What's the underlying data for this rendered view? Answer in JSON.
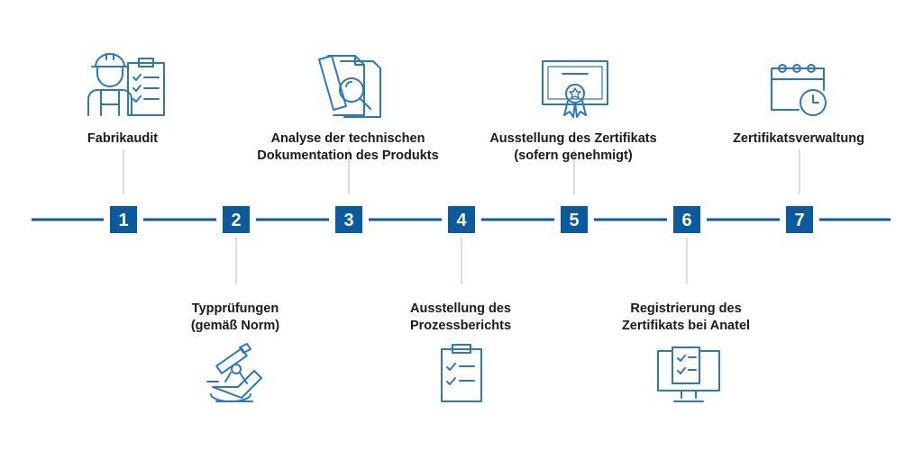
{
  "colors": {
    "primary": "#0a5aa0",
    "icon": "#2a78c2",
    "connector": "#c9c9c9",
    "text": "#1a1a1a"
  },
  "steps": [
    {
      "number": "1",
      "label_lines": [
        "Fabrikaudit"
      ],
      "icon": "worker-clipboard-icon"
    },
    {
      "number": "2",
      "label_lines": [
        "Typprüfungen",
        "(gemäß Norm)"
      ],
      "icon": "microscope-icon"
    },
    {
      "number": "3",
      "label_lines": [
        "Analyse der technischen",
        "Dokumentation des Produkts"
      ],
      "icon": "documents-magnifier-icon"
    },
    {
      "number": "4",
      "label_lines": [
        "Ausstellung des",
        "Prozessberichts"
      ],
      "icon": "checklist-clipboard-icon"
    },
    {
      "number": "5",
      "label_lines": [
        "Ausstellung des Zertifikats",
        "(sofern genehmigt)"
      ],
      "icon": "certificate-icon"
    },
    {
      "number": "6",
      "label_lines": [
        "Registrierung des",
        "Zertifikats bei Anatel"
      ],
      "icon": "monitor-checklist-icon"
    },
    {
      "number": "7",
      "label_lines": [
        "Zertifikatsverwaltung"
      ],
      "icon": "calendar-clock-icon"
    }
  ]
}
